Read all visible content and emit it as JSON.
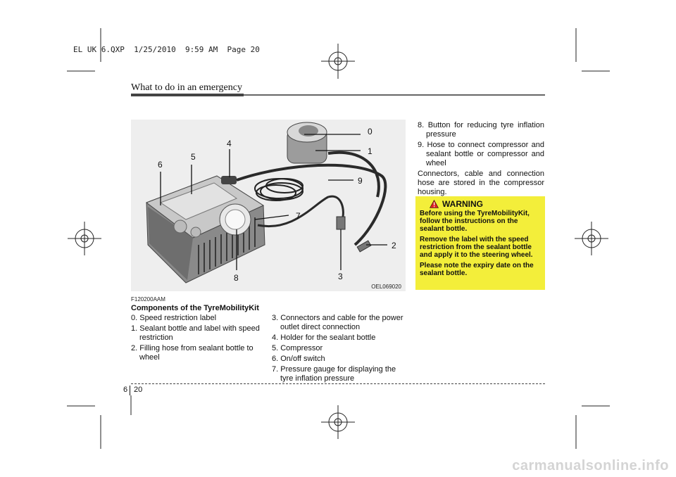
{
  "print_slug": "EL UK 6.QXP  1/25/2010  9:59 AM  Page 20",
  "header": {
    "section_title": "What to do in an emergency"
  },
  "figure": {
    "ref_code": "F120200AAM",
    "image_code": "OEL069020",
    "callouts": [
      "0",
      "1",
      "9",
      "7",
      "2",
      "3",
      "8",
      "6",
      "5",
      "4"
    ]
  },
  "caption": "Components of the TyreMobilityKit",
  "components_left": [
    "0. Speed restriction label",
    "1. Sealant bottle and label with speed restriction",
    "2. Filling hose from sealant bottle to wheel"
  ],
  "components_middle": [
    "3. Connectors and cable for the power outlet direct connection",
    "4. Holder for the sealant bottle",
    "5. Compressor",
    "6. On/off switch",
    "7. Pressure gauge for displaying the tyre inflation pressure"
  ],
  "components_right": [
    "8. Button for reducing tyre inflation pressure",
    "9. Hose to connect compressor and sealant bottle or compressor and wheel"
  ],
  "storage_note": "Connectors, cable and connection hose are stored in the compressor housing.",
  "warning": {
    "title": "WARNING",
    "paragraphs": [
      "Before using the TyreMobilityKit, follow the instructions on the sealant bottle.",
      "Remove the label with the speed restriction from the sealant bottle and apply it to the steering wheel.",
      "Please note the expiry date on the sealant bottle."
    ]
  },
  "footer": {
    "chapter": "6",
    "page": "20"
  },
  "watermark": "carmanualsonline.info",
  "colors": {
    "warning_bg": "#f3ee3a",
    "figure_bg": "#eeeeee"
  }
}
